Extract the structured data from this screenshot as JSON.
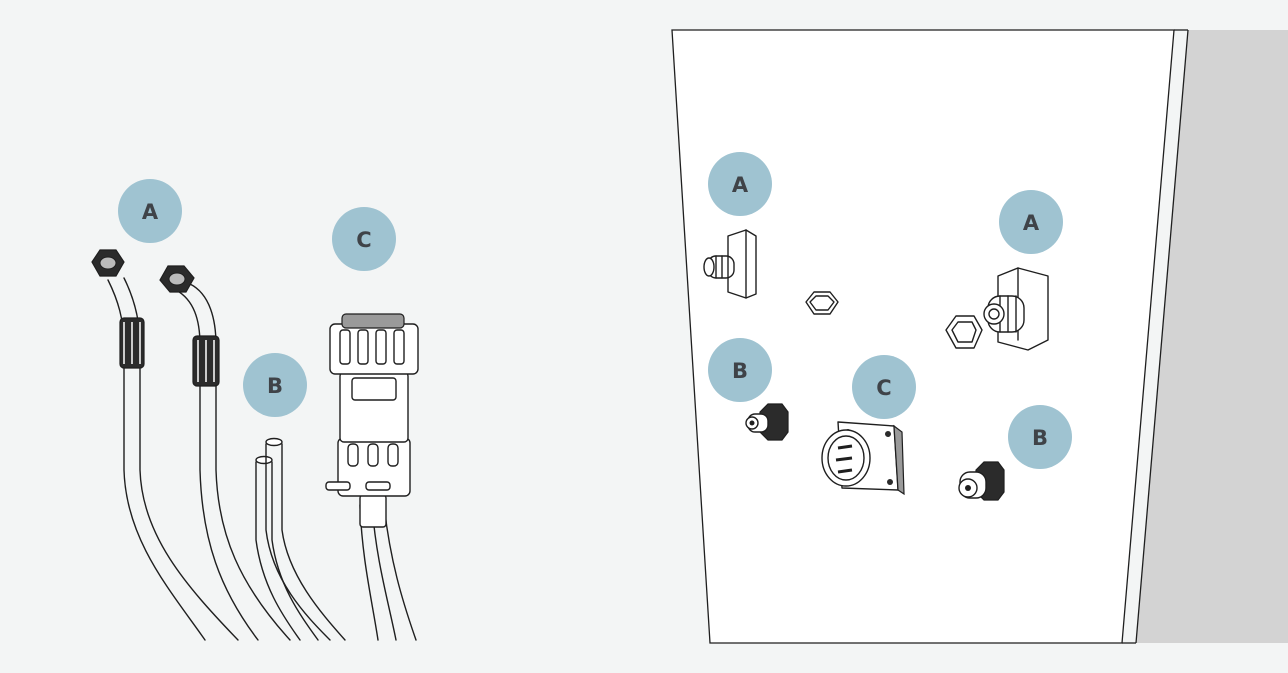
{
  "colors": {
    "background": "#f3f5f5",
    "callout_fill": "#9fc3d1",
    "callout_text": "#3f4348",
    "panel": "#ffffff",
    "panel_side": "#d3d3d3",
    "line": "#1f1f1f"
  },
  "labels": {
    "left": {
      "hoses": "A",
      "tubes": "B",
      "plug": "C"
    },
    "right": {
      "fitting_left": "A",
      "fitting_right": "A",
      "gland_left": "B",
      "gland_right": "B",
      "socket": "C"
    }
  }
}
